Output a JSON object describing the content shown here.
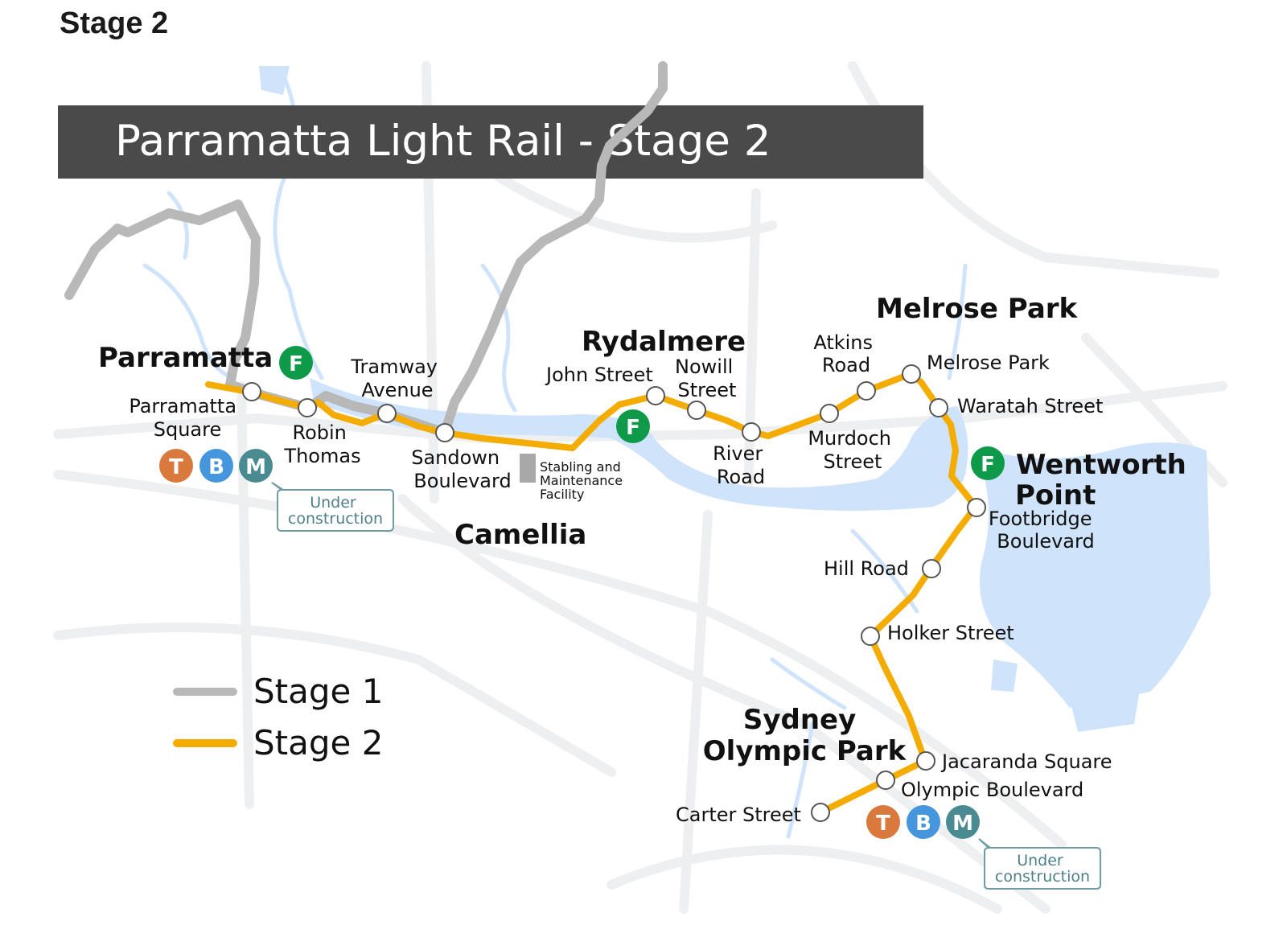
{
  "heading": "Stage 2",
  "title": "Parramatta Light Rail - Stage 2",
  "areas": {
    "parramatta": "Parramatta",
    "rydalmere": "Rydalmere",
    "melrose_park": "Melrose Park",
    "camellia": "Camellia",
    "wentworth_1": "Wentworth",
    "wentworth_2": "Point",
    "sop_1": "Sydney",
    "sop_2": "Olympic Park"
  },
  "stops": {
    "parramatta_square": [
      "Parramatta",
      "Square"
    ],
    "robin_thomas": [
      "Robin",
      "Thomas"
    ],
    "tramway_avenue": [
      "Tramway",
      "Avenue"
    ],
    "sandown_boulevard": [
      "Sandown",
      "Boulevard"
    ],
    "john_street": "John Street",
    "nowill_street": [
      "Nowill",
      "Street"
    ],
    "river_road": [
      "River",
      "Road"
    ],
    "murdoch_street": [
      "Murdoch",
      "Street"
    ],
    "atkins_road": [
      "Atkins",
      "Road"
    ],
    "melrose_park": "Melrose Park",
    "waratah_street": "Waratah Street",
    "footbridge_boulevard": [
      "Footbridge",
      "Boulevard"
    ],
    "hill_road": "Hill Road",
    "holker_street": "Holker Street",
    "jacaranda_square": "Jacaranda Square",
    "olympic_boulevard": "Olympic Boulevard",
    "carter_street": "Carter Street"
  },
  "stabling": [
    "Stabling and",
    "Maintenance",
    "Facility"
  ],
  "callout": [
    "Under",
    "construction"
  ],
  "badges": {
    "ferry": "F",
    "train": "T",
    "bus": "B",
    "metro": "M"
  },
  "legend": [
    {
      "label": "Stage 1",
      "color": "#b8b8b8"
    },
    {
      "label": "Stage 2",
      "color": "#f5ac00"
    }
  ],
  "colors": {
    "stage1": "#b8b8b8",
    "stage2": "#f5ac00",
    "water": "#cfe3fb",
    "roads": "#eeeff1",
    "title_bg": "#4a4a4a",
    "ferry": "#0f9a4a",
    "train": "#d9793d",
    "bus": "#4596dc",
    "metro": "#4a8b92"
  }
}
